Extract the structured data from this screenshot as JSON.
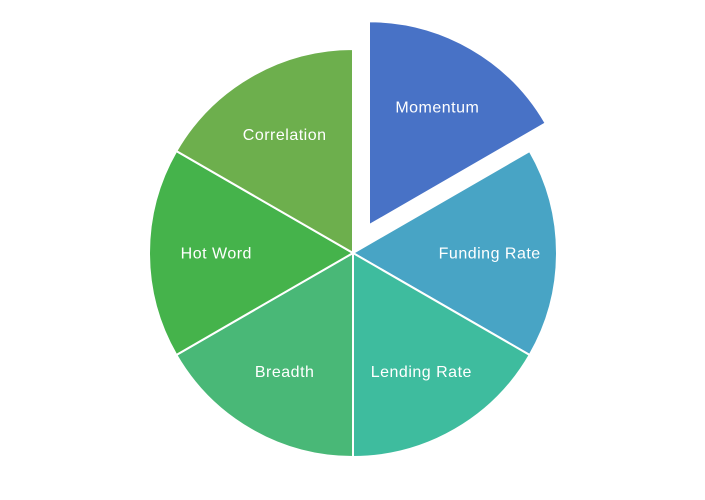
{
  "page": {
    "background": "#ffffff"
  },
  "chart_data": {
    "type": "pie",
    "title": "",
    "legend": "none",
    "labels_position": "inside",
    "label_color": "#ffffff",
    "start_angle_deg": 0,
    "direction": "clockwise",
    "categories": [
      "Momentum",
      "Funding Rate",
      "Lending Rate",
      "Breadth",
      "Hot Word",
      "Correlation"
    ],
    "values": [
      16.67,
      16.67,
      16.67,
      16.67,
      16.67,
      16.67
    ],
    "slices": [
      {
        "label": "Momentum",
        "value": 16.67,
        "color": "#4872C6",
        "exploded": true
      },
      {
        "label": "Funding Rate",
        "value": 16.67,
        "color": "#48A4C5",
        "exploded": false
      },
      {
        "label": "Lending Rate",
        "value": 16.67,
        "color": "#3EBC9E",
        "exploded": false
      },
      {
        "label": "Breadth",
        "value": 16.67,
        "color": "#49B877",
        "exploded": false
      },
      {
        "label": "Hot Word",
        "value": 16.67,
        "color": "#45B34B",
        "exploded": false
      },
      {
        "label": "Correlation",
        "value": 16.67,
        "color": "#6DAF4D",
        "exploded": false
      }
    ]
  }
}
